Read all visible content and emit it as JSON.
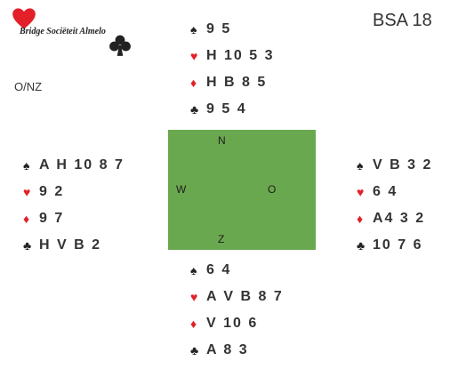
{
  "logo": {
    "name": "Bridge Sociëteit Almelo"
  },
  "board": {
    "id": "BSA 18",
    "dealer_vul": "O/NZ"
  },
  "compass": {
    "n": "N",
    "w": "W",
    "o": "O",
    "z": "Z"
  },
  "colors": {
    "red_suit": "#e3202a",
    "black_suit": "#222222",
    "table": "#6aa84f"
  },
  "suit_symbols": {
    "spades": "♠",
    "hearts": "♥",
    "diamonds": "♦",
    "clubs": "♣"
  },
  "hands": {
    "north": {
      "spades": "9 5",
      "hearts": "H 10 5 3",
      "diamonds": "H B 8 5",
      "clubs": "9 5 4"
    },
    "west": {
      "spades": "A H 10 8 7",
      "hearts": "9 2",
      "diamonds": "9 7",
      "clubs": "H V B 2"
    },
    "east": {
      "spades": "V B 3 2",
      "hearts": "6 4",
      "diamonds": "A4 3 2",
      "clubs": "10 7 6"
    },
    "south": {
      "spades": "6 4",
      "hearts": "A V B 8 7",
      "diamonds": "V 10 6",
      "clubs": "A 8 3"
    }
  }
}
